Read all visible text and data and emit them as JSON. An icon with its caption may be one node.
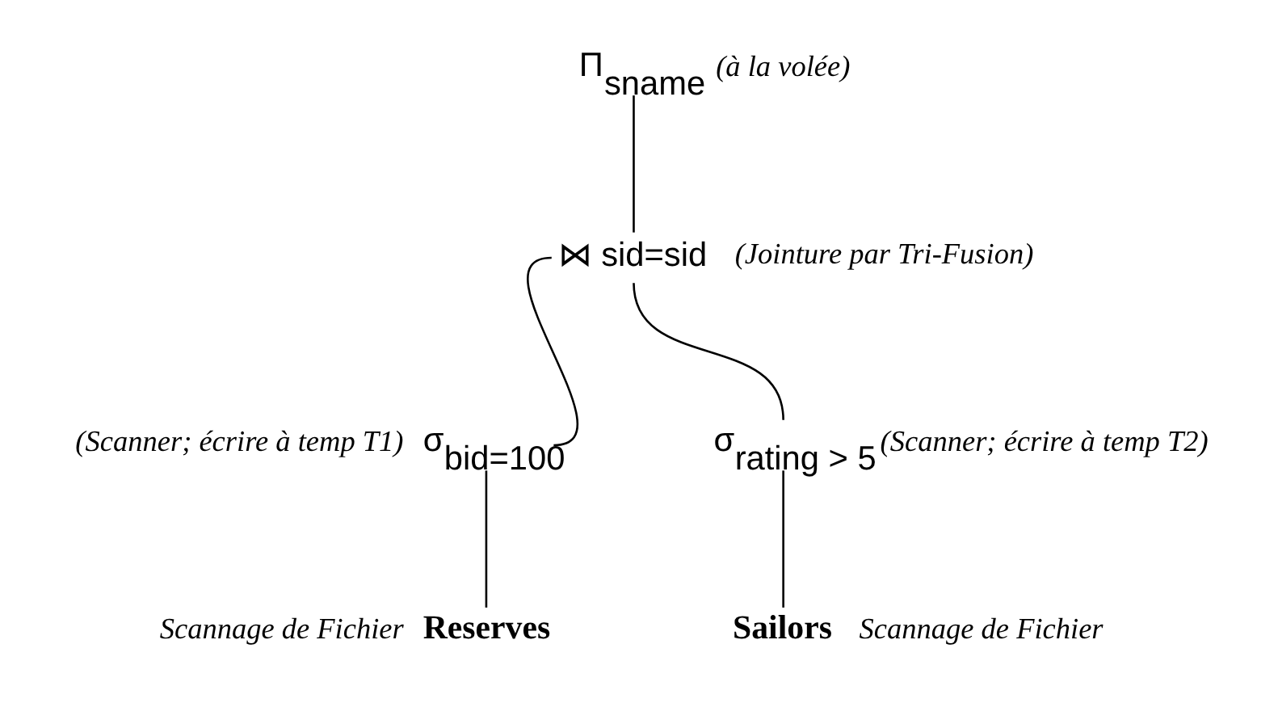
{
  "diagram": {
    "nodes": [
      {
        "text": [
          "Π$_{sname}$"
        ],
        "beside": [
          "(à la volée)"
        ]
      },
      {
        "text": [
          "⋈ sid=sid"
        ],
        "beside": [
          "(Jointure par Tri-Fusion)"
        ]
      },
      {
        "text": [
          "σ$_{bid=100}$"
        ],
        "beside": [
          "(Scanner; écrire à temp T1)"
        ]
      },
      {
        "text": [
          "σ$_{rating > 5}$"
        ],
        "beside": [
          "(Scanner; écrire à temp T2)"
        ]
      },
      {
        "text": [
          "Reserves"
        ],
        "beside": [
          "Scannage de Fichier"
        ]
      },
      {
        "text": [
          "Sailors"
        ],
        "beside": [
          "Scannage de Fichier"
        ]
      }
    ],
    "edges": [
      {
        "from": 0,
        "to": 1,
        "arrow": "none"
      },
      {
        "from": 1,
        "to": 2,
        "arrow": "none"
      },
      {
        "from": 1,
        "to": 3,
        "arrow": "none"
      },
      {
        "from": 2,
        "to": 4,
        "arrow": "none"
      },
      {
        "from": 3,
        "to": 5,
        "arrow": "none"
      }
    ]
  }
}
